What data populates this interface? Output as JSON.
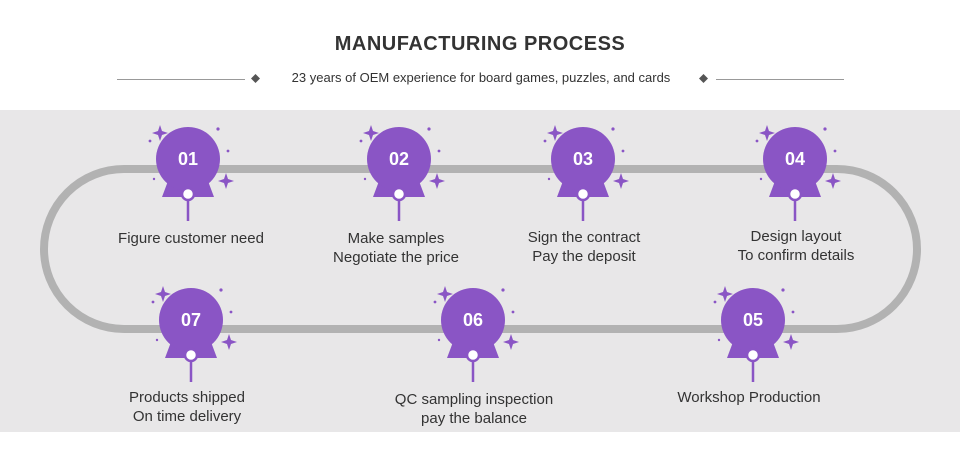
{
  "header": {
    "title": "MANUFACTURING PROCESS",
    "subtitle": "23 years of OEM experience for board games, puzzles, and cards"
  },
  "colors": {
    "accent": "#8a55c5",
    "track": "#b2b2b2",
    "panel": "#e8e7e8",
    "text": "#333333"
  },
  "steps": [
    {
      "number": "01",
      "lines": [
        "Figure customer need",
        ""
      ]
    },
    {
      "number": "02",
      "lines": [
        "Make samples",
        "Negotiate the price"
      ]
    },
    {
      "number": "03",
      "lines": [
        "Sign the contract",
        "Pay the deposit"
      ]
    },
    {
      "number": "04",
      "lines": [
        "Design layout",
        "To confirm details"
      ]
    },
    {
      "number": "05",
      "lines": [
        "Workshop Production",
        ""
      ]
    },
    {
      "number": "06",
      "lines": [
        "QC sampling inspection",
        "pay the balance"
      ]
    },
    {
      "number": "07",
      "lines": [
        "Products shipped",
        "On time delivery"
      ]
    }
  ]
}
